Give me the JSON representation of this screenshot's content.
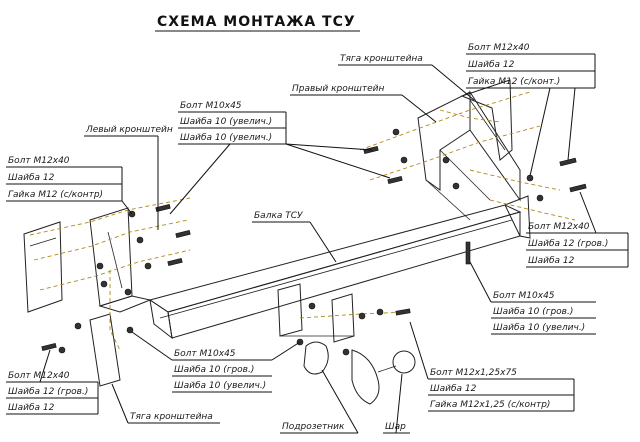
{
  "title": "СХЕМА МОНТАЖА ТСУ",
  "labels": {
    "top_right_group": [
      "Болт М12х40",
      "Шайба 12",
      "Гайка М12 (с/конт.)"
    ],
    "tyaga_top": "Тяга кронштейна",
    "pravyi": "Правый кронштейн",
    "mid_group": [
      "Болт М10х45",
      "Шайба 10 (увелич.)",
      "Шайба 10 (увелич.)"
    ],
    "levyi": "Левый кронштейн",
    "left_group": [
      "Болт М12х40",
      "Шайба 12",
      "Гайка М12 (с/контр)"
    ],
    "balka": "Балка ТСУ",
    "right_mid_group": [
      "Болт М12х40",
      "Шайба 12 (гров.)",
      "Шайба 12"
    ],
    "right_lower_group": [
      "Болт М10х45",
      "Шайба 10 (гров.)",
      "Шайба 10 (увелич.)"
    ],
    "center_bottom_group": [
      "Болт М10х45",
      "Шайба 10 (гров.)",
      "Шайба 10 (увелич.)"
    ],
    "bottom_left_group": [
      "Болт М12х40",
      "Шайба 12 (гров.)",
      "Шайба 12"
    ],
    "bottom_right_group": [
      "Болт М12х1,25х75",
      "Шайба 12",
      "Гайка М12х1,25 (с/контр)"
    ],
    "tyaga_bottom": "Тяга кронштейна",
    "podrozetnik": "Подрозетник",
    "shar": "Шар"
  }
}
